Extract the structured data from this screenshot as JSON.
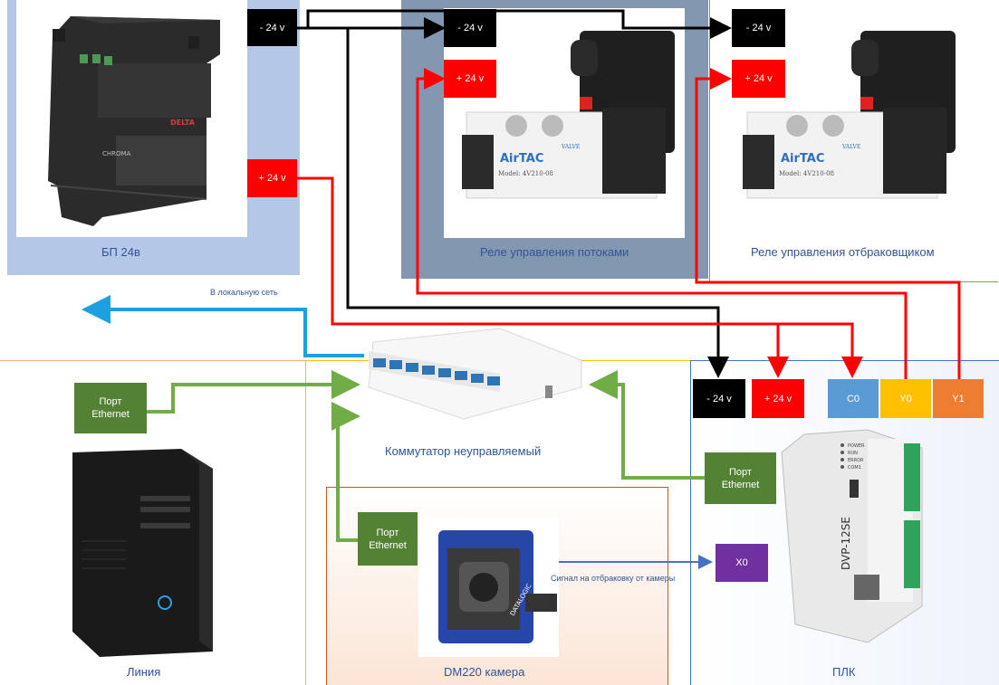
{
  "panels": {
    "psu": "БП 24в",
    "flow_relay": "Реле управления потоками",
    "reject_relay": "Реле управления отбраковщиком",
    "switch": "Коммутатор неуправляемый",
    "line": "Линия",
    "camera": "DM220 камера",
    "plc": "ПЛК"
  },
  "tags": {
    "minus24": "- 24 v",
    "plus24": "+ 24 v",
    "c0": "C0",
    "y0": "Y0",
    "y1": "Y1",
    "x0": "X0",
    "ethernet_line1": "Порт",
    "ethernet_line2": "Ethernet"
  },
  "annotations": {
    "local_network": "В локальную сеть",
    "reject_signal": "Сигнал на отбраковку от камеры"
  },
  "device_text": {
    "psu_brand": "DELTA",
    "psu_model": "CHROMA",
    "valve_brand": "AirTAC",
    "valve_model": "Model: 4V210-08",
    "valve_label": "VALVE",
    "camera_brand": "DATALOGIC",
    "plc_model": "DVP-12SE",
    "plc_leds": [
      "POWER",
      "RUN",
      "ERROR",
      "COM1"
    ]
  },
  "colors": {
    "wire_black": "#000000",
    "wire_red": "#ff0000",
    "wire_green": "#70ad47",
    "wire_cyan": "#1ba1e2",
    "wire_blue": "#4472c4"
  }
}
